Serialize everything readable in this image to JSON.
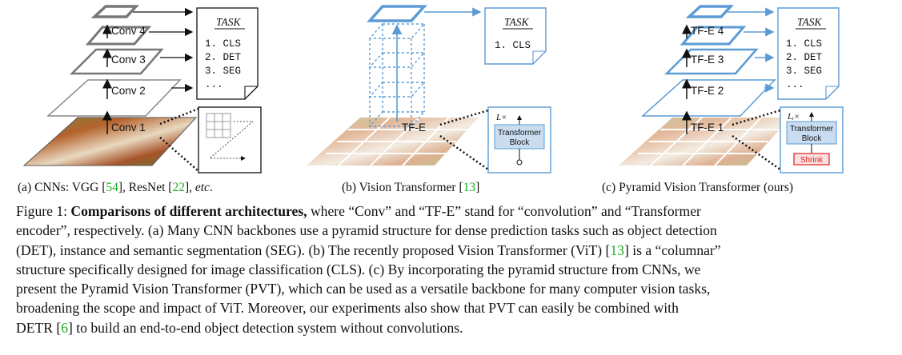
{
  "panels": {
    "a": {
      "layers": [
        "Conv 1",
        "Conv 2",
        "Conv 3",
        "Conv 4"
      ],
      "task_title": "TASK",
      "tasks": [
        "1. CLS",
        "2. DET",
        "3. SEG",
        "..."
      ]
    },
    "b": {
      "encoder": "TF-E",
      "task_title": "TASK",
      "tasks": [
        "1. CLS"
      ],
      "block_repeat": "L×",
      "block_line1": "Transformer",
      "block_line2": "Block"
    },
    "c": {
      "layers": [
        "TF-E 1",
        "TF-E 2",
        "TF-E 3",
        "TF-E 4"
      ],
      "task_title": "TASK",
      "tasks": [
        "1. CLS",
        "2. DET",
        "3. SEG",
        "..."
      ],
      "block_repeat": "Lᵢ×",
      "block_line1": "Transformer",
      "block_line2": "Block",
      "shrink": "Shrink"
    }
  },
  "subcaptions": {
    "a": {
      "prefix": "(a) CNNs: VGG [",
      "ref1": "54",
      "mid1": "], ResNet [",
      "ref2": "22",
      "mid2": "], ",
      "etc": "etc",
      "suffix": "."
    },
    "b": {
      "prefix": "(b) Vision Transformer [",
      "ref": "13",
      "suffix": "]"
    },
    "c": {
      "text": "(c) Pyramid Vision Transformer (ours)"
    }
  },
  "caption": {
    "label": "Figure 1: ",
    "bold": "Comparisons of different architectures,",
    "l1": " where “Conv” and “TF-E” stand for “convolution” and “Transformer",
    "l2": "encoder”, respectively. (a) Many CNN backbones use a pyramid structure for dense prediction tasks such as object detection",
    "l3": "(DET), instance and semantic segmentation (SEG). (b) The recently proposed Vision Transformer (ViT) [",
    "ref13": "13",
    "l3b": "] is a “columnar”",
    "l4": "structure specifically designed for image classification (CLS). (c) By incorporating the pyramid structure from CNNs, we",
    "l5": "present the Pyramid Vision Transformer (PVT), which can be used as a versatile backbone for many computer vision tasks,",
    "l6": "broadening the scope and impact of ViT. Moreover, our experiments also show that PVT can easily be combined with",
    "l7a": "DETR [",
    "ref6": "6",
    "l7b": "] to build an end-to-end object detection system without convolutions."
  },
  "colors": {
    "blue": "#5b9bd5",
    "link_green": "#1fae1f",
    "shrink_red": "#e02020",
    "fur_orange": "#c8703a"
  }
}
